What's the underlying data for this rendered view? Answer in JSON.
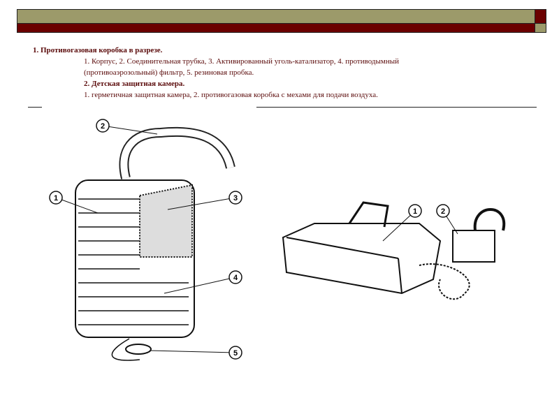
{
  "heading1": "1. Противогазовая коробка в разрезе.",
  "text1_line1": "1. Корпус, 2. Соединительная трубка, 3. Активированный уголь-катализатор, 4. противодымный",
  "text1_line2": "(противоаэрозольный) фильтр, 5. резиновая пробка.",
  "heading2": "2. Детская защитная камера.",
  "text2": "1. герметичная защитная камера, 2. противогазовая коробка с мехами для подачи воздуха.",
  "figure1_callouts": [
    "1",
    "2",
    "3",
    "4",
    "5"
  ],
  "figure2_callouts": [
    "1",
    "2"
  ],
  "colors": {
    "olive": "#9c9a6a",
    "maroon": "#6b0000",
    "text": "#5a0a0a"
  }
}
